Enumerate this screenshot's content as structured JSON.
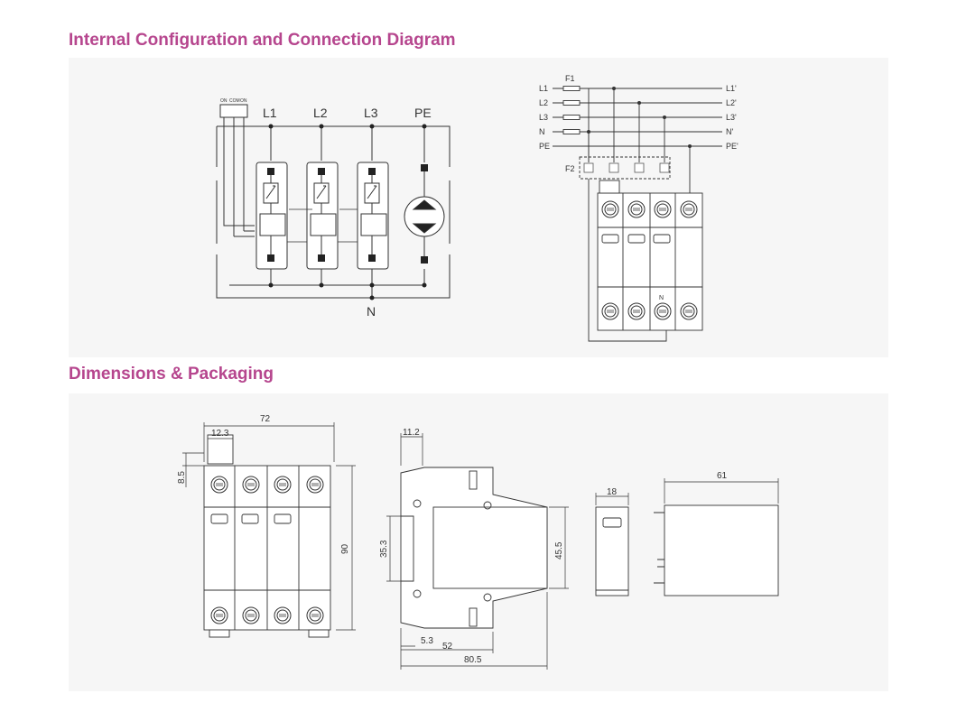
{
  "section1": {
    "title": "Internal Configuration and Connection Diagram",
    "internal": {
      "switch_labels": [
        "ON",
        "COM",
        "ON"
      ],
      "phases": [
        "L1",
        "L2",
        "L3"
      ],
      "pe": "PE",
      "neutral": "N"
    },
    "connection": {
      "inputs": [
        "L1",
        "L2",
        "L3",
        "N",
        "PE"
      ],
      "outputs": [
        "L1'",
        "L2'",
        "L3'",
        "N'",
        "PE'"
      ],
      "fuse1": "F1",
      "fuse2": "F2",
      "module_n": "N"
    }
  },
  "section2": {
    "title": "Dimensions & Packaging",
    "front": {
      "width": "72",
      "module": "12.3",
      "top": "8.5",
      "height": "90"
    },
    "side": {
      "rail": "11.2",
      "inner": "35.3",
      "body": "45.5",
      "offset": "5.3",
      "depth_a": "52",
      "depth_b": "80.5"
    },
    "module": {
      "width": "18"
    },
    "box": {
      "length": "61"
    }
  },
  "colors": {
    "heading": "#b6468e",
    "panel": "#f6f6f6",
    "line": "#333333"
  }
}
